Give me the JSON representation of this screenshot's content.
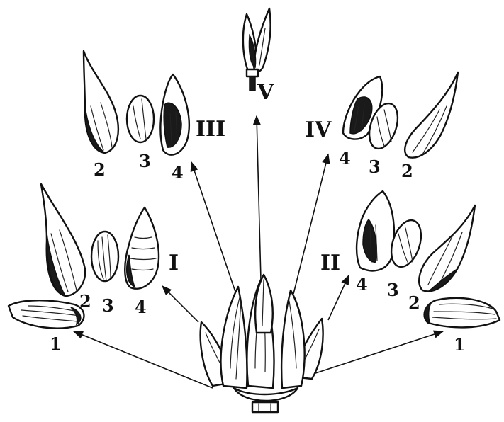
{
  "groups": {
    "I": {
      "roman": "I",
      "parts": [
        "2",
        "3",
        "4"
      ],
      "outer": "1"
    },
    "II": {
      "roman": "II",
      "parts": [
        "4",
        "3",
        "2"
      ],
      "outer": "1"
    },
    "III": {
      "roman": "III",
      "parts": [
        "2",
        "3",
        "4"
      ]
    },
    "IV": {
      "roman": "IV",
      "parts": [
        "4",
        "3",
        "2"
      ]
    },
    "V": {
      "roman": "V"
    }
  },
  "colors": {
    "ink": "#111111",
    "paper": "#ffffff"
  }
}
